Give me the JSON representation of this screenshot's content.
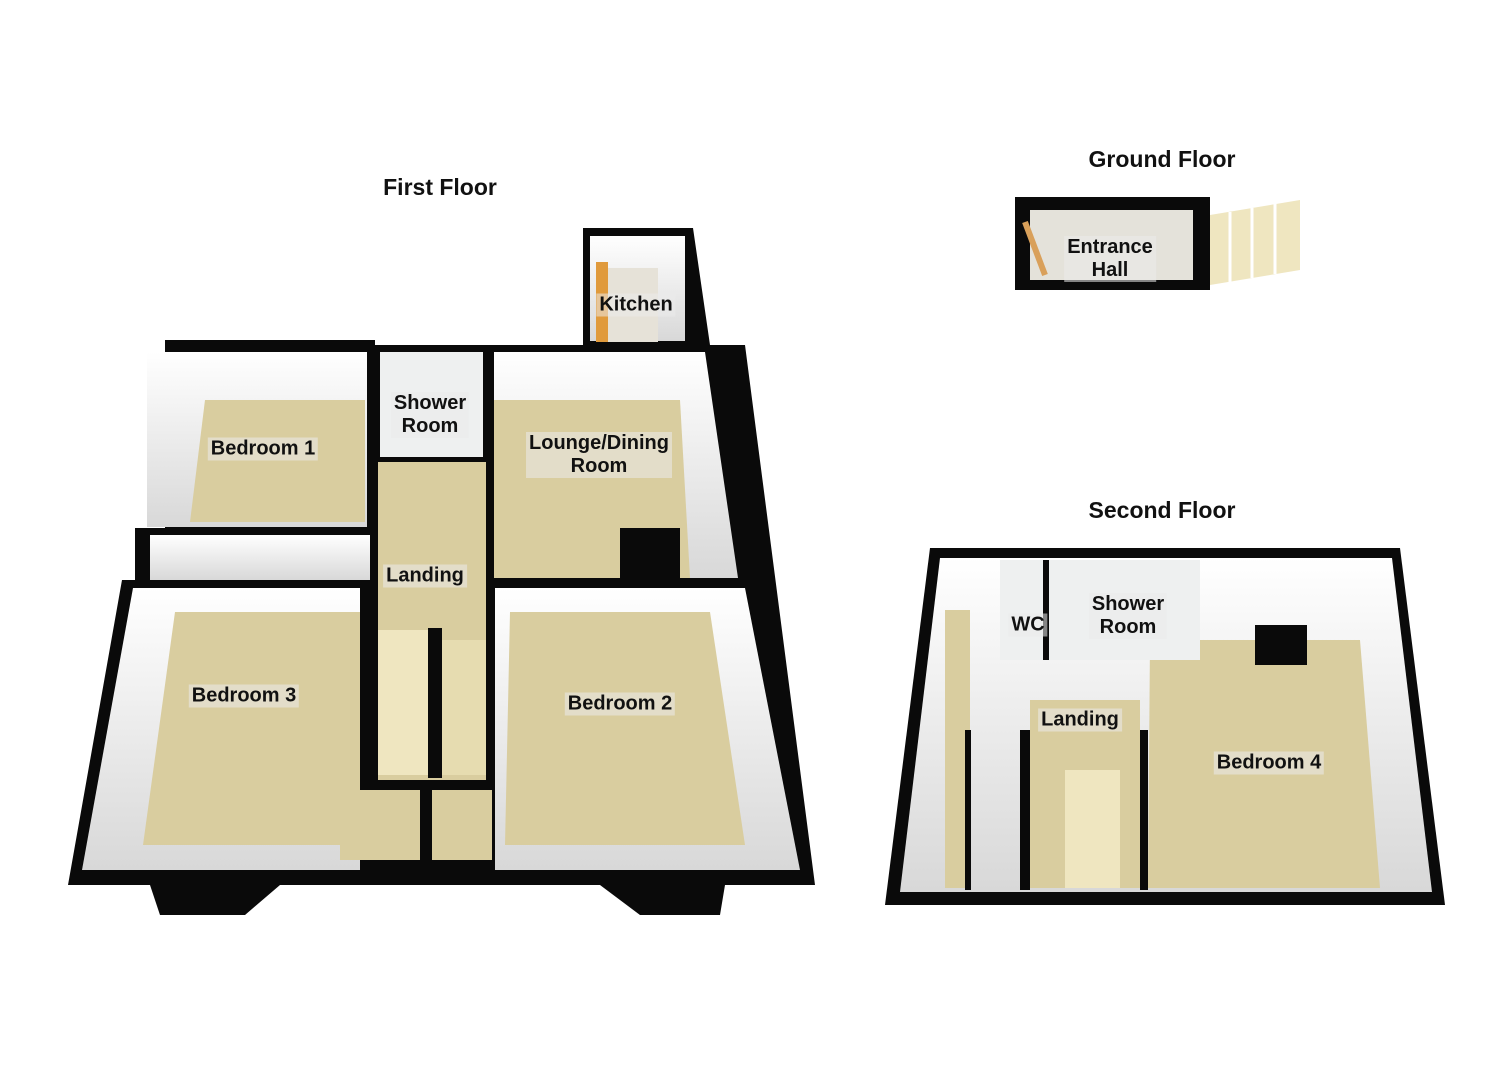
{
  "floors": {
    "first": {
      "title": "First Floor",
      "rooms": {
        "bedroom1": "Bedroom 1",
        "shower_room_l1": "Shower",
        "shower_room_l2": "Room",
        "kitchen": "Kitchen",
        "lounge_l1": "Lounge/Dining",
        "lounge_l2": "Room",
        "landing": "Landing",
        "bedroom3": "Bedroom 3",
        "bedroom2": "Bedroom 2"
      }
    },
    "ground": {
      "title": "Ground Floor",
      "rooms": {
        "entrance_l1": "Entrance",
        "entrance_l2": "Hall"
      }
    },
    "second": {
      "title": "Second Floor",
      "rooms": {
        "wc": "WC",
        "shower_room_l1": "Shower",
        "shower_room_l2": "Room",
        "landing": "Landing",
        "bedroom4": "Bedroom 4"
      }
    }
  },
  "colors": {
    "wall": "#0a0a0a",
    "floor": "#d9cd9f",
    "inner_wall": "#f1f1f1",
    "tile": "#eef0f0",
    "kitchen": "#e09a3c",
    "stairs": "#efe6c0"
  }
}
